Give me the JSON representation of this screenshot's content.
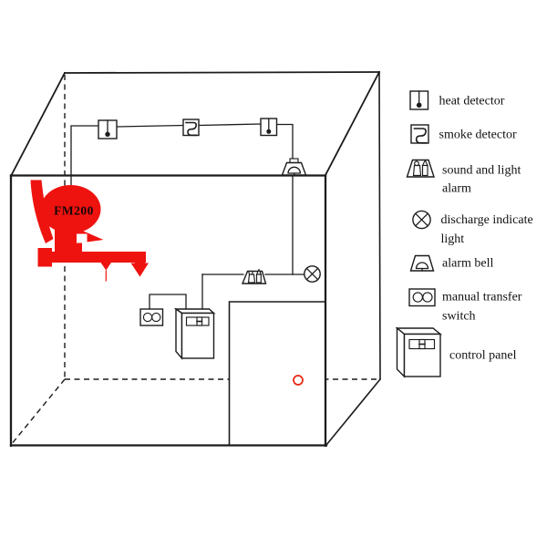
{
  "colors": {
    "red": "#ef1310",
    "door_knob": "#e8240f",
    "line": "#1c1c1c",
    "background": "#ffffff"
  },
  "tank": {
    "label": "FM200"
  },
  "legend": {
    "items": [
      {
        "name": "heat-detector",
        "label": "heat detector",
        "label2": ""
      },
      {
        "name": "smoke-detector",
        "label": "smoke detector",
        "label2": ""
      },
      {
        "name": "sound-and-light-alarm",
        "label": "sound and light",
        "label2": "alarm"
      },
      {
        "name": "discharge-indicate-light",
        "label": "discharge indicate",
        "label2": "light"
      },
      {
        "name": "alarm-bell",
        "label": "alarm bell",
        "label2": ""
      },
      {
        "name": "manual-transfer-switch",
        "label": "manual transfer",
        "label2": "switch"
      },
      {
        "name": "control-panel",
        "label": "control panel",
        "label2": ""
      }
    ]
  }
}
